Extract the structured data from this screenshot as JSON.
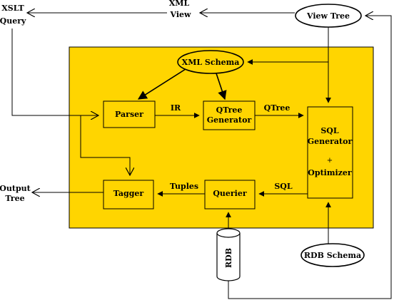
{
  "labels": {
    "xslt_query_line1": "XSLT",
    "xslt_query_line2": "Query",
    "xml_view_line1": "XML",
    "xml_view_line2": "View",
    "view_tree": "View Tree",
    "xml_schema": "XML Schema",
    "parser": "Parser",
    "qtree_generator_line1": "QTree",
    "qtree_generator_line2": "Generator",
    "sql_generator_line1": "SQL",
    "sql_generator_line2": "Generator",
    "sql_generator_line3": "+",
    "sql_generator_line4": "Optimizer",
    "tagger": "Tagger",
    "querier": "Querier",
    "rdb": "RDB",
    "rdb_schema": "RDB Schema",
    "output_tree_line1": "Output",
    "output_tree_line2": "Tree",
    "edge_ir": "IR",
    "edge_qtree": "QTree",
    "edge_tuples": "Tuples",
    "edge_sql": "SQL"
  },
  "colors": {
    "container_fill": "#ffd500",
    "stroke": "#000000",
    "background": "#ffffff"
  }
}
